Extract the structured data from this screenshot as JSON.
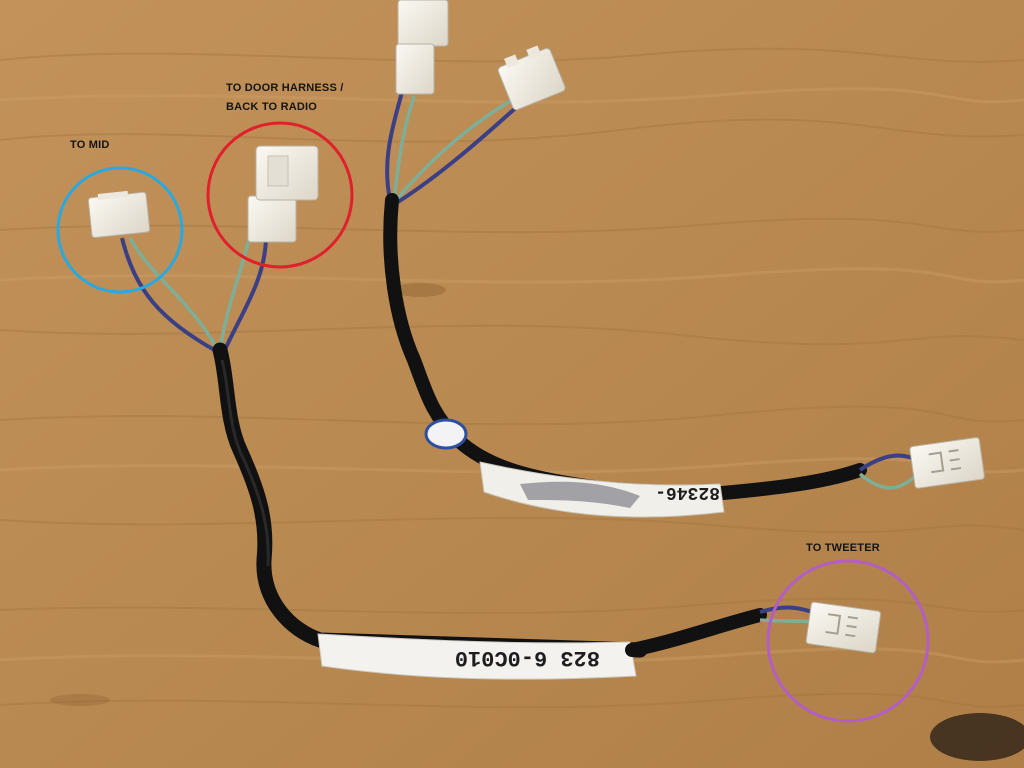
{
  "annotations": {
    "mid": {
      "text": "TO MID",
      "circle_color": "#2aa8df"
    },
    "door": {
      "text": "TO DOOR HARNESS /\nBACK TO RADIO",
      "circle_color": "#e0202a"
    },
    "tweeter": {
      "text": "TO TWEETER",
      "circle_color": "#b25ec4"
    }
  },
  "part_labels": {
    "lower": "823 6-0C010",
    "upper": "82346-"
  },
  "colors": {
    "wood": "#b9874f",
    "tape": "#111111",
    "wire_blue": "#3a3f86",
    "wire_green": "#7fae98",
    "connector": "#f1eee6"
  }
}
